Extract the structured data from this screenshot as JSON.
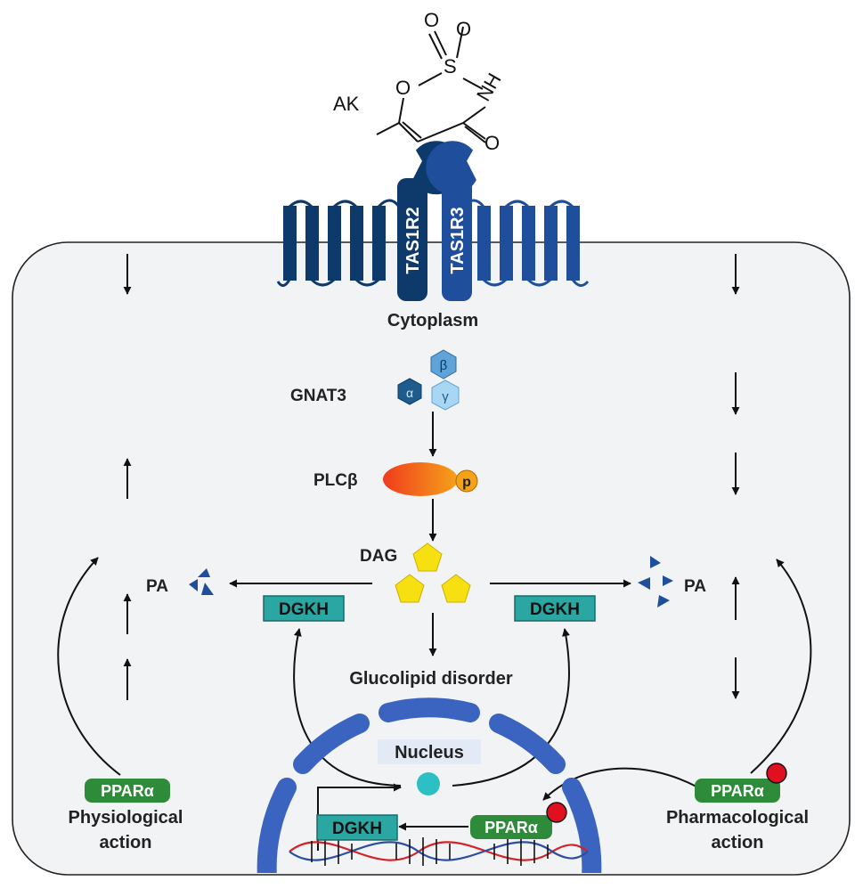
{
  "molecule": {
    "name": "AK",
    "atoms": {
      "o_top1": "O",
      "o_top2": "O",
      "s": "S",
      "nh": "NH",
      "o_ring": "O",
      "o_carbonyl": "O"
    }
  },
  "receptors": {
    "r2": "TAS1R2",
    "r3": "TAS1R3"
  },
  "labels": {
    "cytoplasm": "Cytoplasm",
    "gnat3": "GNAT3",
    "alpha": "α",
    "beta": "β",
    "gamma": "γ",
    "plcb": "PLCβ",
    "p": "p",
    "dag": "DAG",
    "pa_left": "PA",
    "pa_right": "PA",
    "dgkh_left": "DGKH",
    "dgkh_right": "DGKH",
    "dgkh_nucleus": "DGKH",
    "disorder": "Glucolipid disorder",
    "nucleus": "Nucleus",
    "ppara_left": "PPARα",
    "ppara_right": "PPARα",
    "ppara_nucleus": "PPARα",
    "physio_1": "Physiological",
    "physio_2": "action",
    "pharma_1": "Pharmacological",
    "pharma_2": "action"
  },
  "colors": {
    "cell_fill": "#f2f3f4",
    "receptor_dark": "#0d3a6b",
    "receptor_mid": "#1f4f9c",
    "nucleus": "#3a64c0",
    "dgkh": "#2aa6a3",
    "ppara": "#2e8b3a",
    "pentagon": "#f7e011",
    "pa_triangle": "#1f4f9c",
    "red_dot": "#e01020",
    "cyan_dot": "#2cc0c4"
  }
}
